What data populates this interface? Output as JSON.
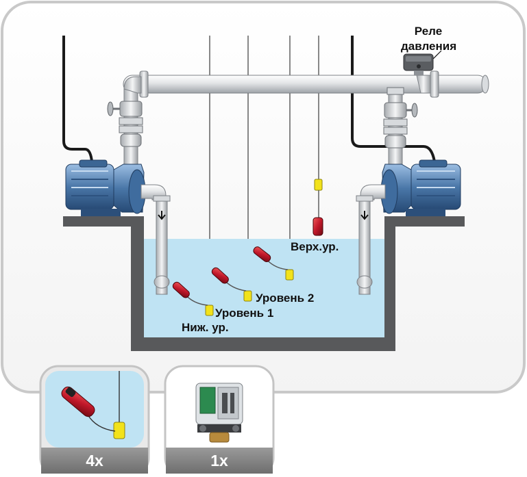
{
  "labels": {
    "pressure_relay_line1": "Реле",
    "pressure_relay_line2": "давления",
    "top_level": "Верх.ур.",
    "level_2": "Уровень 2",
    "level_1": "Уровень 1",
    "low_level": "Ниж. ур."
  },
  "legend": {
    "float_switch_count": "4x",
    "pressure_relay_count": "1x"
  },
  "colors": {
    "water": "#bfe3f3",
    "tank_wall": "#58595b",
    "pipe": "#e4e6e8",
    "pump": "#4a77a8",
    "float_body": "#c0182a",
    "float_weight": "#f2e21b"
  }
}
